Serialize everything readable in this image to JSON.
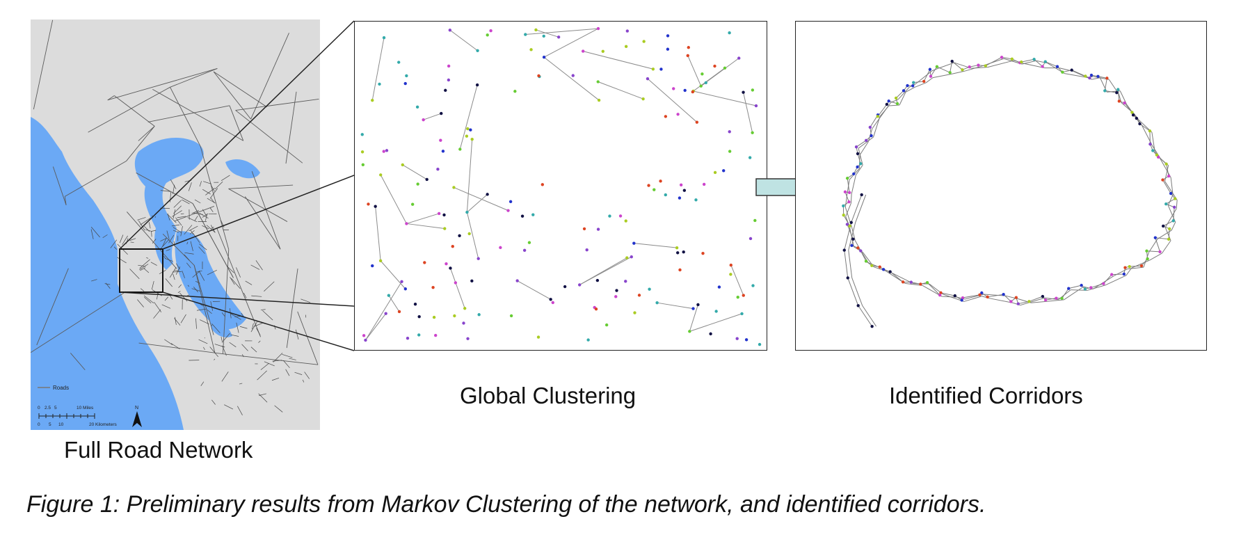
{
  "figure": {
    "panels": {
      "map_label": "Full Road Network",
      "global_label": "Global Clustering",
      "corridors_label": "Identified Corridors"
    },
    "map_legend": {
      "roads": "Roads",
      "miles_ticks": [
        "0",
        "2.5",
        "5",
        "10 Miles"
      ],
      "km_ticks": [
        "0",
        "5",
        "10",
        "20 Kilometers"
      ],
      "north": "N"
    },
    "caption": "Figure 1: Preliminary results from Markov Clustering of the network, and identified corridors.",
    "colors": {
      "land": "#dcdcdc",
      "water": "#6ba9f5",
      "road": "#555555",
      "arrow_fill": "#bfe3e3",
      "node_palette": [
        "#2233cc",
        "#cc44cc",
        "#66cc33",
        "#dd4422",
        "#111144",
        "#33aaaa",
        "#aacc22",
        "#8844cc"
      ]
    }
  }
}
